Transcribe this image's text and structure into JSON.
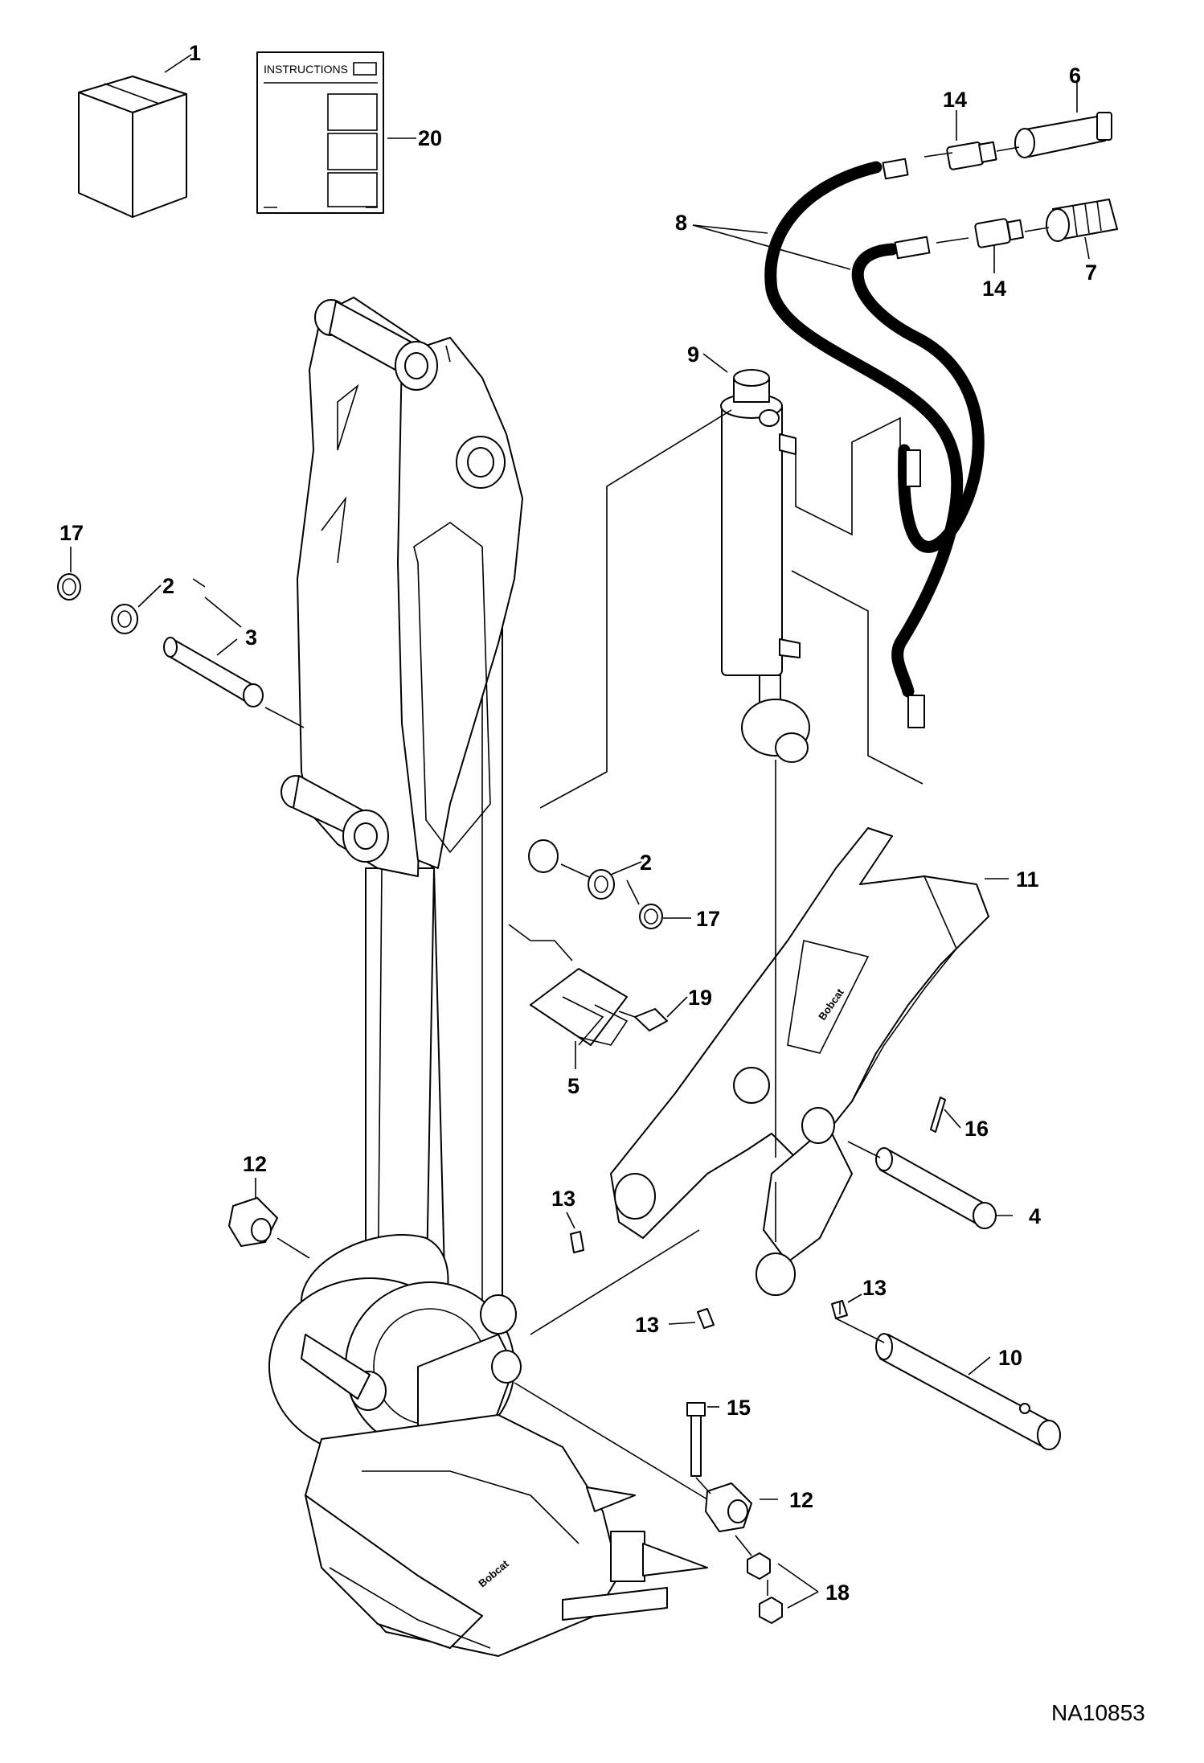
{
  "instructions_sheet": {
    "title": "INSTRUCTIONS"
  },
  "drawing_code": "NA10853",
  "decal_text": "Bobcat",
  "callouts": {
    "c1": "1",
    "c2a": "2",
    "c2b": "2",
    "c3": "3",
    "c4": "4",
    "c5": "5",
    "c6": "6",
    "c7": "7",
    "c8": "8",
    "c9": "9",
    "c10": "10",
    "c11": "11",
    "c12a": "12",
    "c12b": "12",
    "c13a": "13",
    "c13b": "13",
    "c13c": "13",
    "c14a": "14",
    "c14b": "14",
    "c15": "15",
    "c16": "16",
    "c17a": "17",
    "c17b": "17",
    "c18": "18",
    "c19": "19",
    "c20": "20"
  },
  "colors": {
    "line": "#000000",
    "background": "#ffffff"
  }
}
